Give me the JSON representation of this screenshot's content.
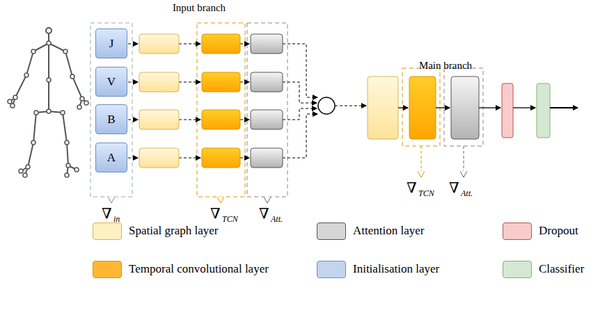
{
  "diagram": {
    "nodes": [
      {
        "text": [
          "J"
        ]
      },
      {
        "text": [
          "V"
        ]
      },
      {
        "text": [
          "B"
        ]
      },
      {
        "text": [
          "A"
        ]
      }
    ],
    "labels": [
      "Input branch",
      "Main branch",
      "∇",
      "in",
      "∇",
      "TCN",
      "∇",
      "Att.",
      "∇",
      "TCN",
      "∇",
      "Att."
    ],
    "legend": [
      {
        "text": "Spatial graph layer",
        "color": "#fff0c2"
      },
      {
        "text": "Attention layer",
        "color": "#d6d6d6"
      },
      {
        "text": "Dropout",
        "color": "#f9cccc"
      },
      {
        "text": "Temporal convolutional layer",
        "color": "#ffb733"
      },
      {
        "text": "Initialisation layer",
        "color": "#c3d4ef"
      },
      {
        "text": "Classifier",
        "color": "#d5e8d4"
      }
    ]
  }
}
